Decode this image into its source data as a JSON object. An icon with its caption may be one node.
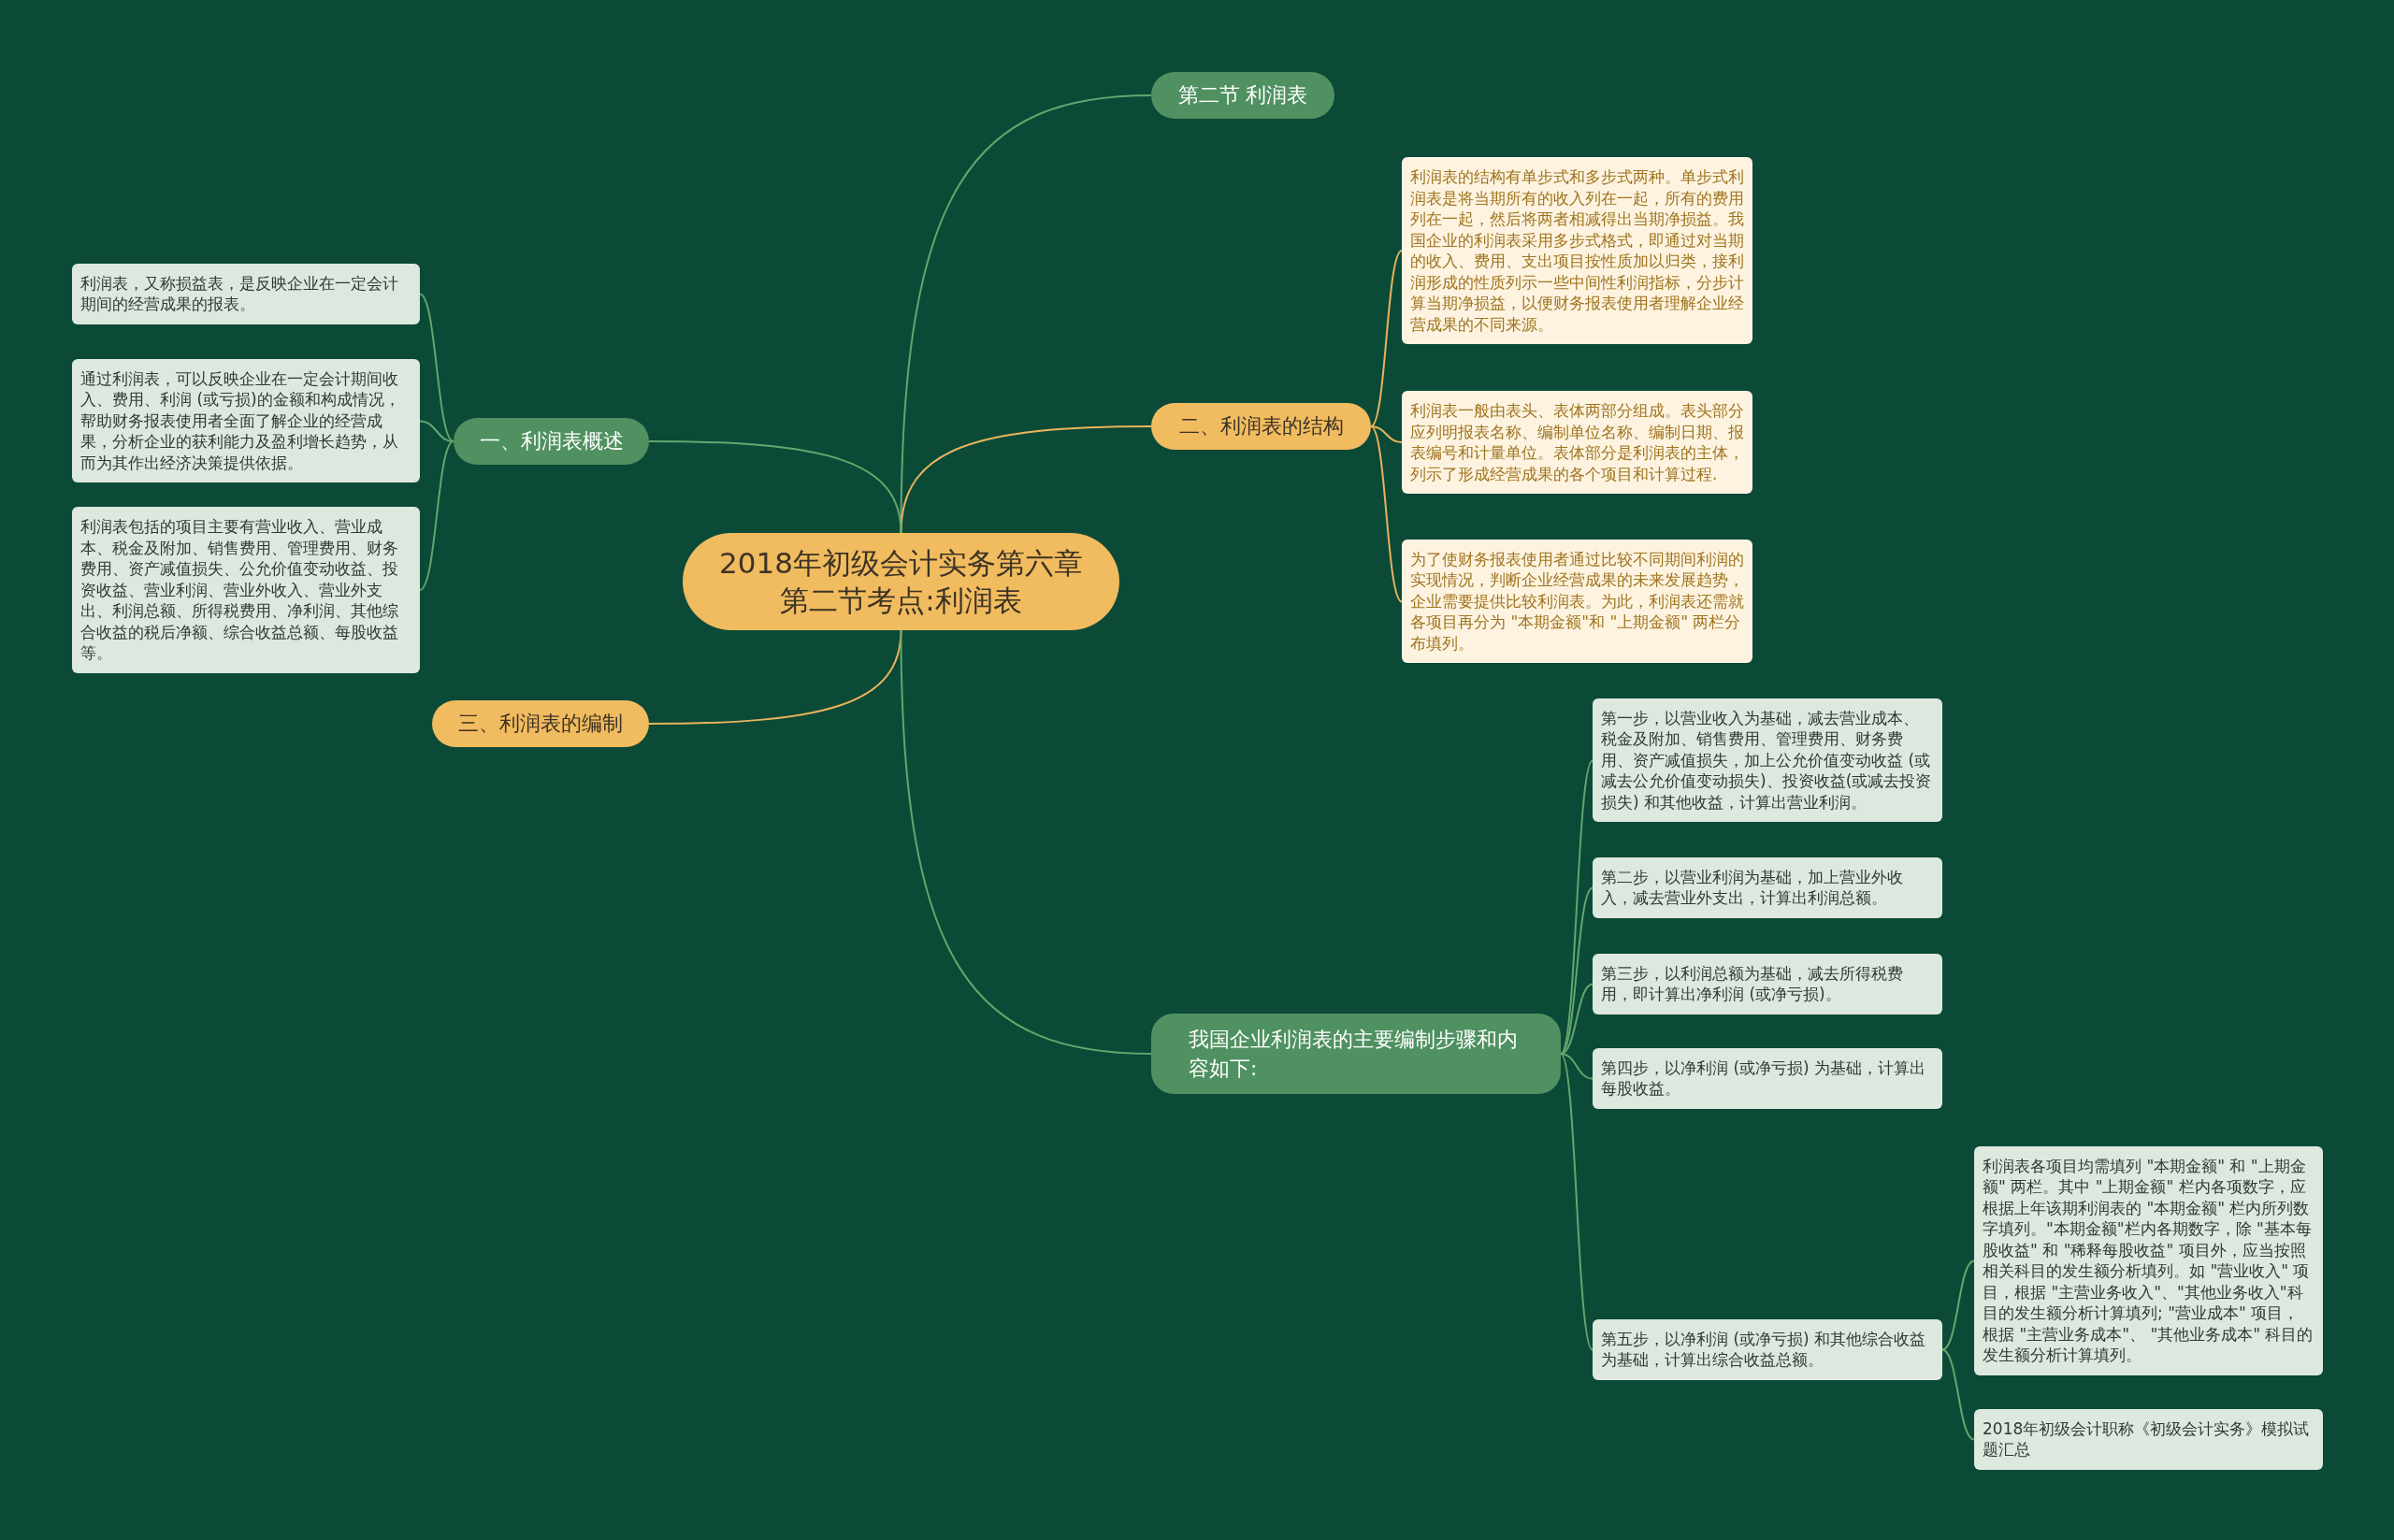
{
  "diagram": {
    "nodes": [
      {
        "text": [
          "2018年初级会计实务第六章第二节考点:利润表"
        ]
      },
      {
        "text": [
          "第二节 利润表"
        ]
      },
      {
        "text": [
          "二、利润表的结构"
        ]
      },
      {
        "text": [
          "利润表的结构有单步式和多步式两种。单步式利润表是将当期所有的收入列在一起，所有的费用列在一起，然后将两者相减得出当期净损益。我国企业的利润表采用多步式格式，即通过对当期的收入、费用、支出项目按性质加以归类，接利润形成的性质列示一些中间性利润指标，分步计算当期净损益，以便财务报表使用者理解企业经营成果的不同来源。"
        ]
      },
      {
        "text": [
          "利润表一般由表头、表体两部分组成。表头部分应列明报表名称、编制单位名称、编制日期、报表编号和计量单位。表体部分是利润表的主体，列示了形成经营成果的各个项目和计算过程."
        ]
      },
      {
        "text": [
          "为了使财务报表使用者通过比较不同期间利润的实现情况，判断企业经营成果的未来发展趋势，企业需要提供比较利润表。为此，利润表还需就各项目再分为 \"本期金额\"和 \"上期金额\" 两栏分布填列。"
        ]
      },
      {
        "text": [
          "一、利润表概述"
        ]
      },
      {
        "text": [
          "利润表，又称损益表，是反映企业在一定会计期间的经营成果的报表。"
        ]
      },
      {
        "text": [
          "通过利润表，可以反映企业在一定会计期间收入、费用、利润 (或亏损)的金额和构成情况，帮助财务报表使用者全面了解企业的经营成果，分析企业的获利能力及盈利增长趋势，从而为其作出经济决策提供依据。"
        ]
      },
      {
        "text": [
          "利润表包括的项目主要有营业收入、营业成本、税金及附加、销售费用、管理费用、财务费用、资产减值损失、公允价值变动收益、投资收益、营业利润、营业外收入、营业外支出、利润总额、所得税费用、净利润、其他综合收益的税后净额、综合收益总额、每股收益等。"
        ]
      },
      {
        "text": [
          "三、利润表的编制"
        ]
      },
      {
        "text": [
          "我国企业利润表的主要编制步骤和内容如下:"
        ]
      },
      {
        "text": [
          "第一步，以营业收入为基础，减去营业成本、税金及附加、销售费用、管理费用、财务费用、资产减值损失，加上公允价值变动收益 (或减去公允价值变动损失)、投资收益(或减去投资损失) 和其他收益，计算出营业利润。"
        ]
      },
      {
        "text": [
          "第二步，以营业利润为基础，加上营业外收入，减去营业外支出，计算出利润总额。"
        ]
      },
      {
        "text": [
          "第三步，以利润总额为基础，减去所得税费用，即计算出净利润 (或净亏损)。"
        ]
      },
      {
        "text": [
          "第四步，以净利润 (或净亏损) 为基础，计算出每股收益。"
        ]
      },
      {
        "text": [
          "第五步，以净利润 (或净亏损) 和其他综合收益为基础，计算出综合收益总额。"
        ]
      },
      {
        "text": [
          "利润表各项目均需填列 \"本期金额\" 和 \"上期金额\" 两栏。其中 \"上期金额\" 栏内各项数字，应根据上年该期利润表的 \"本期金额\" 栏内所列数字填列。\"本期金额\"栏内各期数字，除 \"基本每股收益\" 和 \"稀释每股收益\" 项目外，应当按照相关科目的发生额分析填列。如 \"营业收入\" 项目，根据 \"主营业务收入\"、\"其他业务收入\"科目的发生额分析计算填列; \"营业成本\" 项目，根据 \"主营业务成本\"、 \"其他业务成本\" 科目的发生额分析计算填列。"
        ]
      },
      {
        "text": [
          "2018年初级会计职称《初级会计实务》模拟试题汇总"
        ]
      }
    ],
    "edges": [
      {
        "from": 0,
        "to": 1,
        "arrow": "none"
      },
      {
        "from": 0,
        "to": 2,
        "arrow": "none",
        "color": "#e9b45c"
      },
      {
        "from": 2,
        "to": 3,
        "arrow": "none",
        "color": "#e9b45c"
      },
      {
        "from": 2,
        "to": 4,
        "arrow": "none",
        "color": "#e9b45c"
      },
      {
        "from": 2,
        "to": 5,
        "arrow": "none",
        "color": "#e9b45c"
      },
      {
        "from": 0,
        "to": 6,
        "arrow": "none"
      },
      {
        "from": 6,
        "to": 7,
        "arrow": "none"
      },
      {
        "from": 6,
        "to": 8,
        "arrow": "none"
      },
      {
        "from": 6,
        "to": 9,
        "arrow": "none"
      },
      {
        "from": 0,
        "to": 10,
        "arrow": "none",
        "color": "#e9b45c"
      },
      {
        "from": 0,
        "to": 11,
        "arrow": "none"
      },
      {
        "from": 11,
        "to": 12,
        "arrow": "none"
      },
      {
        "from": 11,
        "to": 13,
        "arrow": "none"
      },
      {
        "from": 11,
        "to": 14,
        "arrow": "none"
      },
      {
        "from": 11,
        "to": 15,
        "arrow": "none"
      },
      {
        "from": 11,
        "to": 16,
        "arrow": "none"
      },
      {
        "from": 16,
        "to": 17,
        "arrow": "none"
      },
      {
        "from": 16,
        "to": 18,
        "arrow": "none"
      }
    ]
  }
}
